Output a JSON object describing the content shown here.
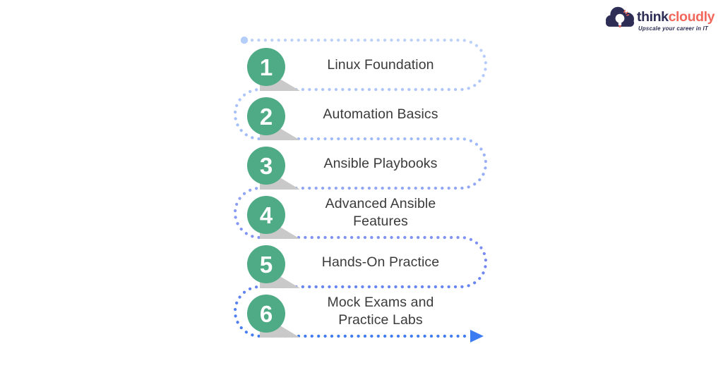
{
  "page": {
    "background": "#ffffff"
  },
  "logo": {
    "brand_first": "think",
    "brand_second": "cloudly",
    "tagline": "Upscale your career in IT",
    "colors": {
      "navy": "#2d2d55",
      "coral": "#f2685c"
    }
  },
  "diagram": {
    "type": "numbered-step-flow",
    "flow_direction": "serpentine-top-to-bottom",
    "dot_color_start": "#bcd1fa",
    "dot_color_end": "#3c7af1",
    "circle_color": "#4fab85",
    "number_color": "#ffffff",
    "shadow_color": "#c9c9c9",
    "label_color": "#3b3b3b",
    "steps": [
      {
        "number": "1",
        "label": "Linux Foundation"
      },
      {
        "number": "2",
        "label": "Automation Basics"
      },
      {
        "number": "3",
        "label": "Ansible Playbooks"
      },
      {
        "number": "4",
        "label": "Advanced Ansible Features"
      },
      {
        "number": "5",
        "label": "Hands-On Practice"
      },
      {
        "number": "6",
        "label": "Mock Exams and Practice Labs"
      }
    ]
  }
}
